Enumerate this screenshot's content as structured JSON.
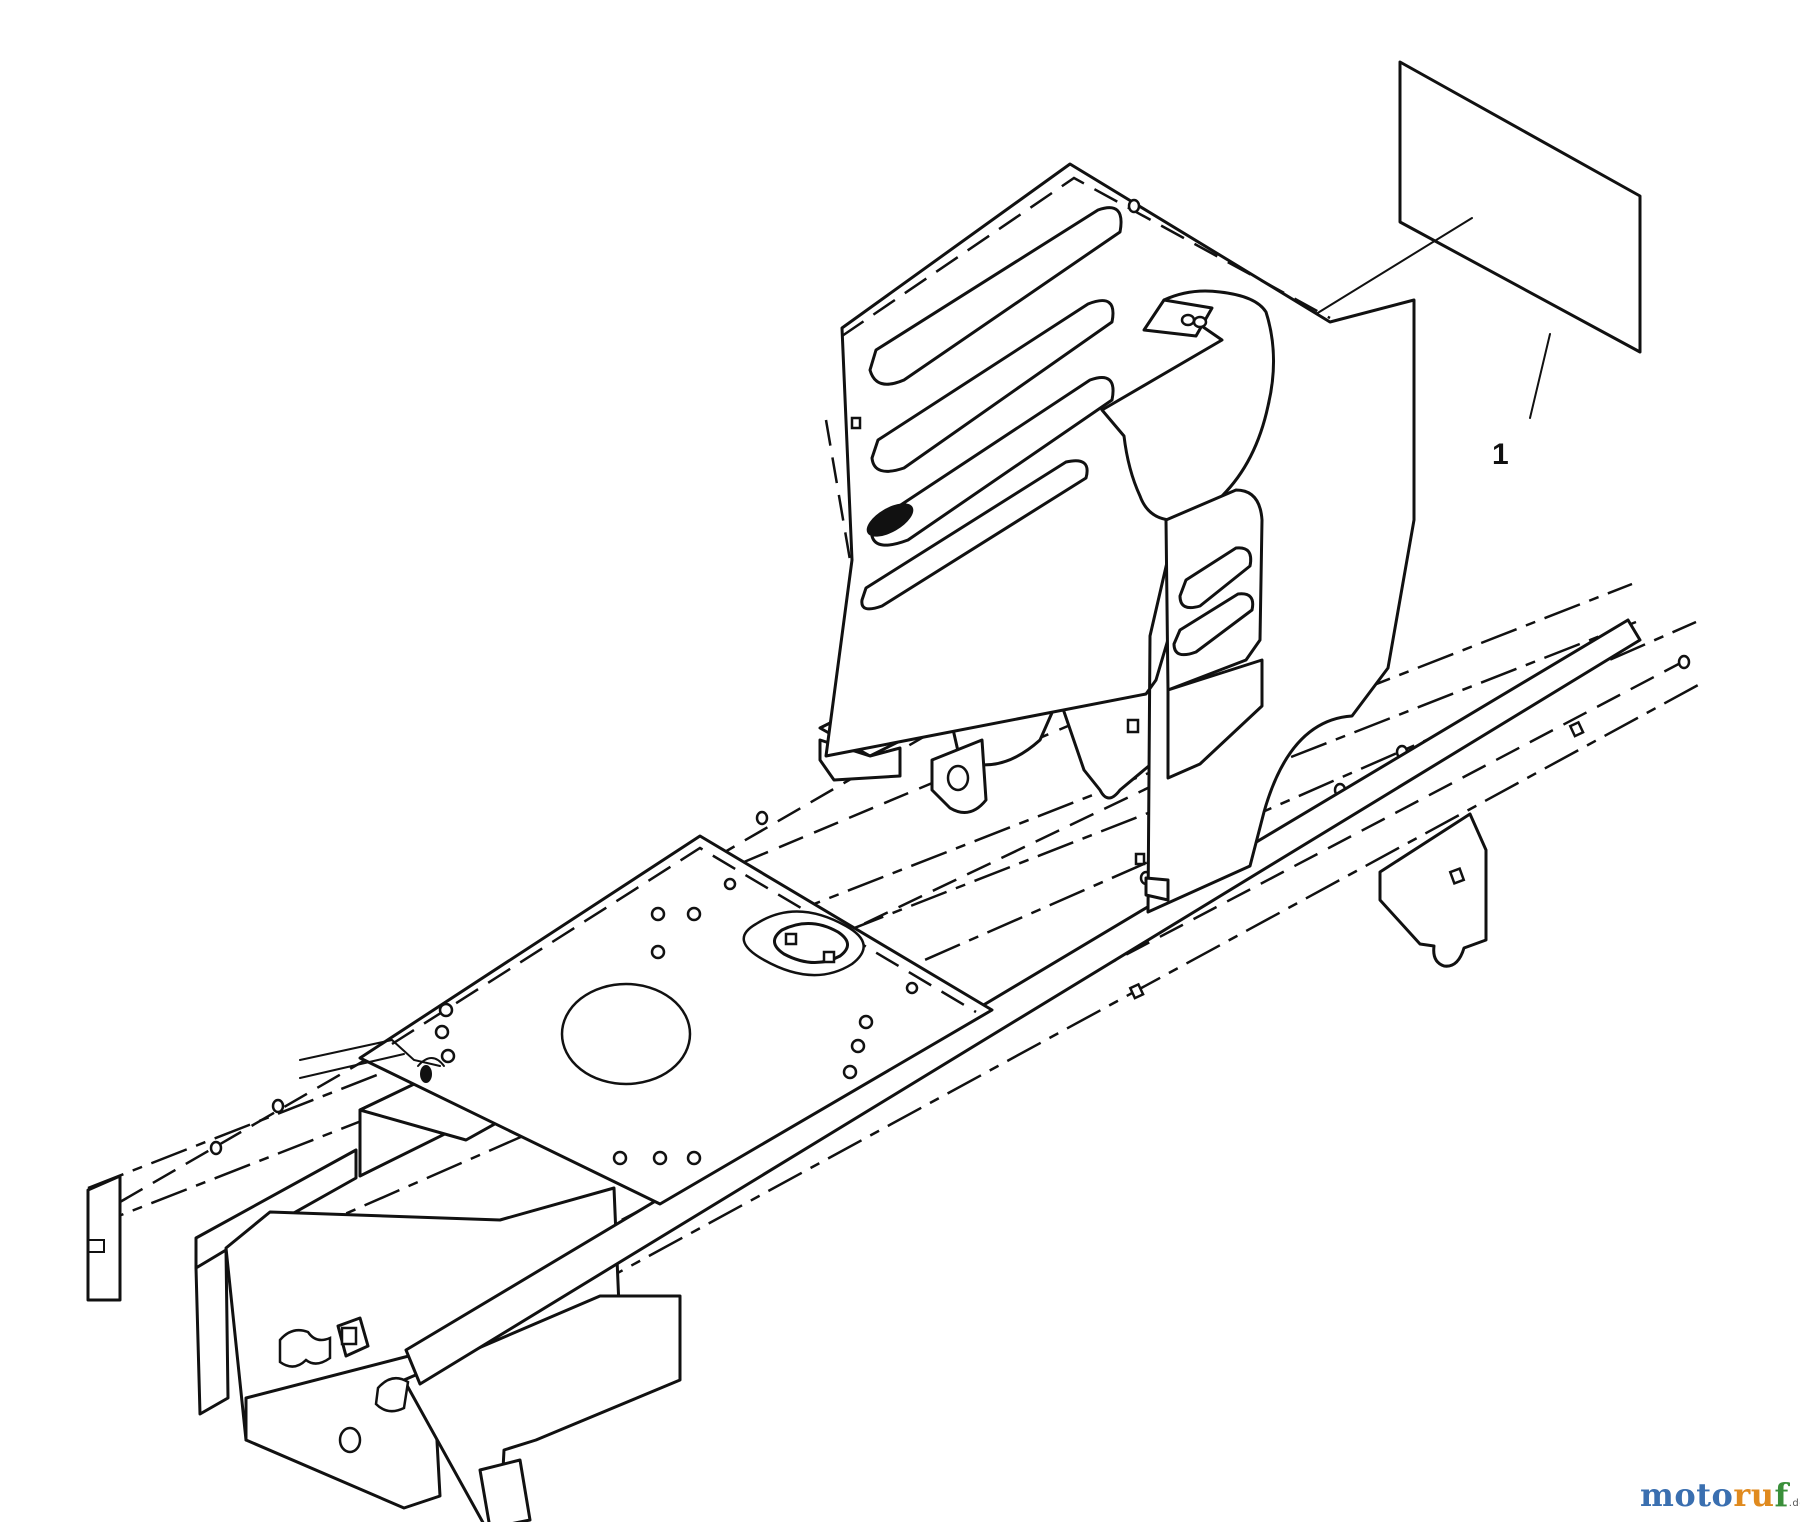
{
  "diagram": {
    "callouts": [
      {
        "label": "1"
      }
    ]
  },
  "watermark": {
    "part1": "moto",
    "part2": "ru",
    "part3": "f",
    "suffix": ".de"
  }
}
